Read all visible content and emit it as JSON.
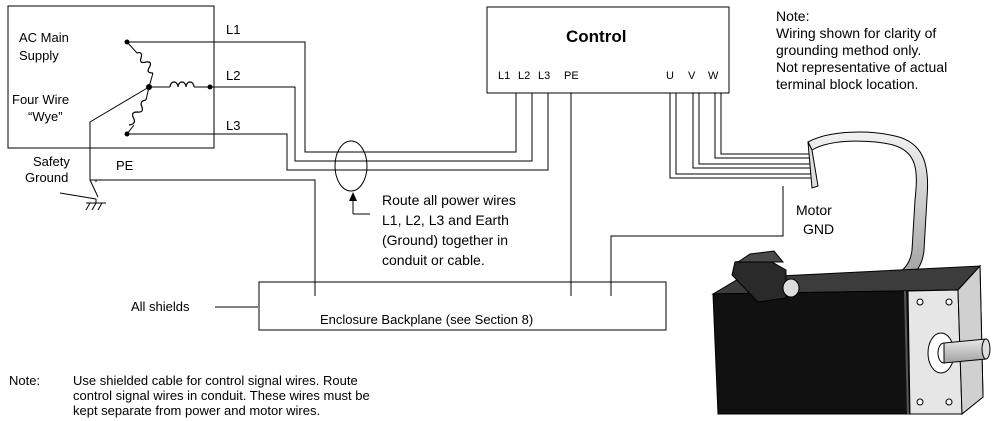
{
  "supply": {
    "line1": "AC Main",
    "line2": "Supply",
    "wye1": "Four Wire",
    "wye2": "“Wye”",
    "safety1": "Safety",
    "safety2": "Ground",
    "pe": "PE"
  },
  "lines": {
    "l1": "L1",
    "l2": "L2",
    "l3": "L3"
  },
  "control": {
    "title": "Control",
    "terminals": {
      "l1": "L1",
      "l2": "L2",
      "l3": "L3",
      "pe": "PE",
      "u": "U",
      "v": "V",
      "w": "W"
    }
  },
  "note_top": [
    "Note:",
    "Wiring shown for clarity of",
    "grounding method only.",
    "Not representative of actual",
    "terminal block location."
  ],
  "route_note": [
    "Route all power wires",
    "L1, L2, L3 and Earth",
    "(Ground) together in",
    "conduit or cable."
  ],
  "motor_gnd": {
    "line1": "Motor",
    "line2": "GND"
  },
  "backplane": {
    "label": "Enclosure Backplane (see Section 8)",
    "shields": "All shields"
  },
  "note_bottom": {
    "prefix": "Note:",
    "lines": [
      "Use shielded cable for control signal wires.  Route",
      "control signal wires in conduit.  These wires must be",
      "kept separate from power and motor wires."
    ]
  }
}
